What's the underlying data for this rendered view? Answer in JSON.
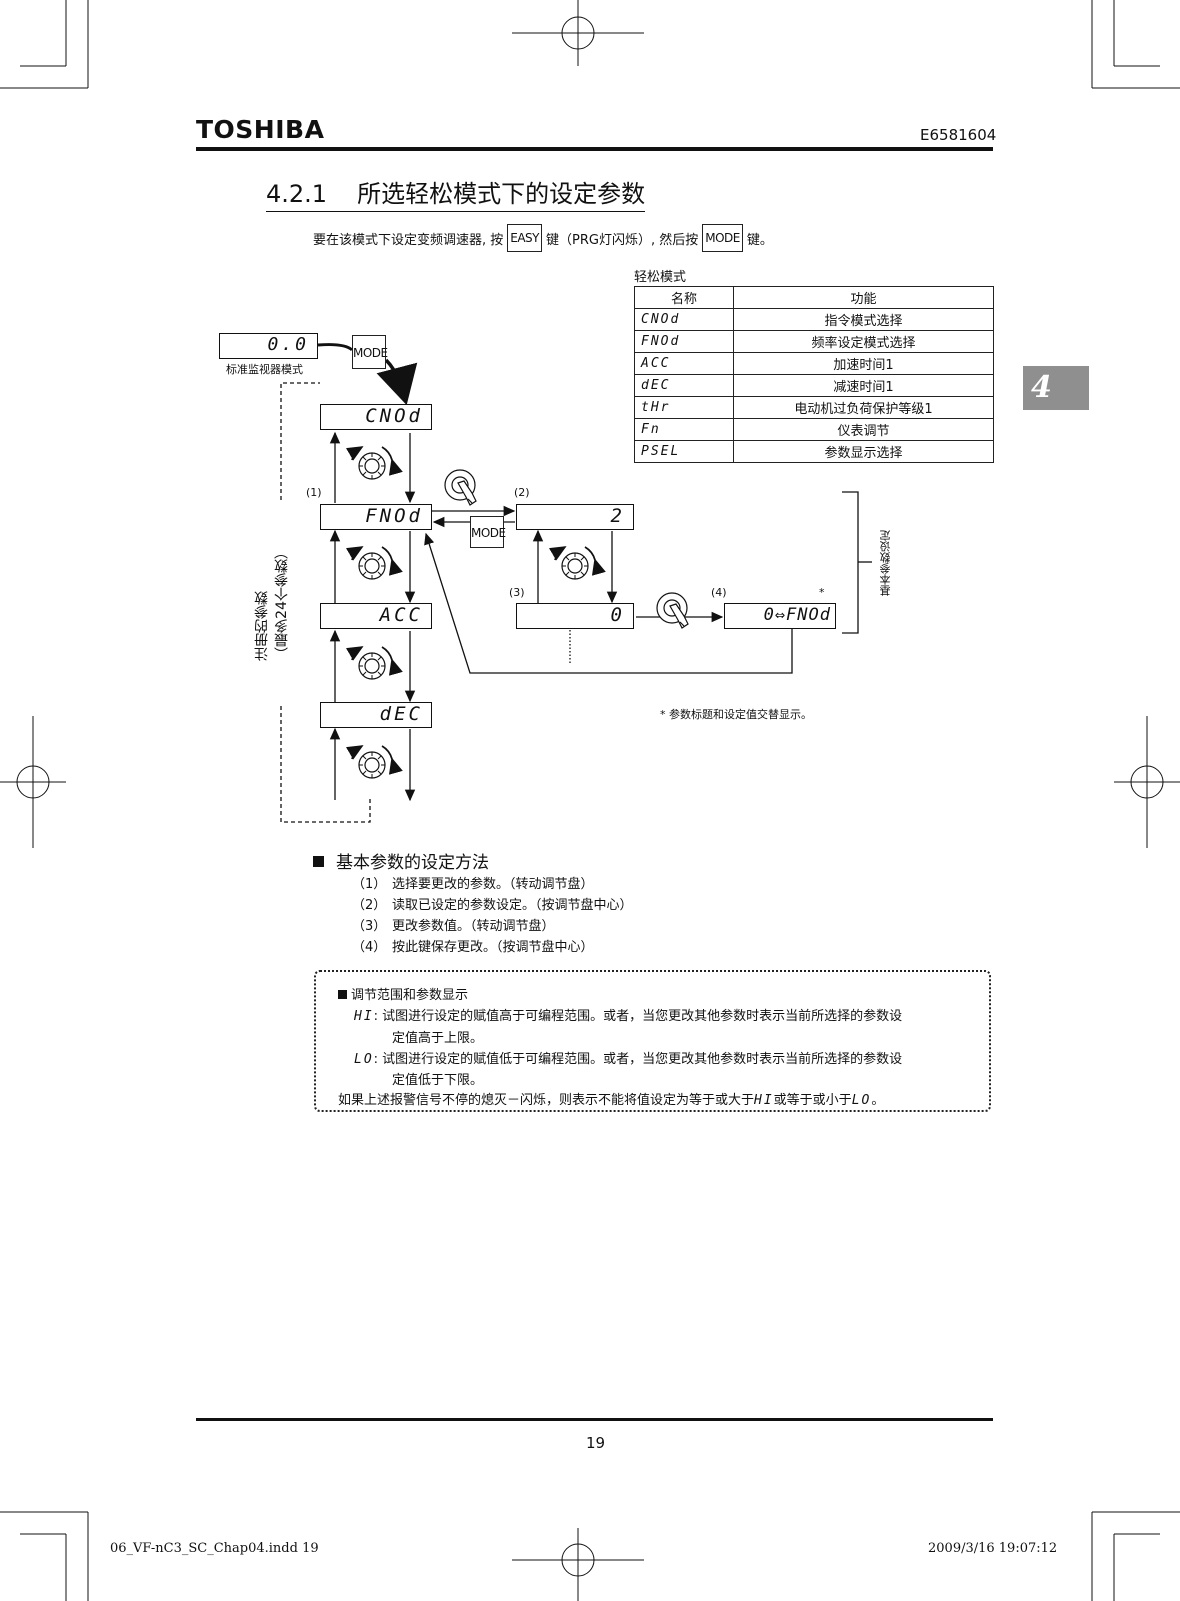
{
  "header": {
    "brand": "TOSHIBA",
    "doc_number": "E6581604"
  },
  "section": {
    "number": "4.2.1",
    "title": "所选轻松模式下的设定参数"
  },
  "intro": {
    "text_before": "要在该模式下设定变频调速器, 按",
    "key_easy": "EASY",
    "text_middle": "键（PRG灯闪烁）, 然后按",
    "key_mode": "MODE",
    "text_after": "键。"
  },
  "chapter_tab": "4",
  "easy_table": {
    "caption": "轻松模式",
    "headers": [
      "名称",
      "功能"
    ],
    "rows": [
      {
        "code": "CNOd",
        "function": "指令模式选择"
      },
      {
        "code": "FNOd",
        "function": "频率设定模式选择"
      },
      {
        "code": "ACC",
        "function": "加速时间1"
      },
      {
        "code": "dEC",
        "function": "减速时间1"
      },
      {
        "code": "tHr",
        "function": "电动机过负荷保护等级1"
      },
      {
        "code": "Fn",
        "function": "仪表调节"
      },
      {
        "code": "PSEL",
        "function": "参数显示选择"
      }
    ]
  },
  "diagram": {
    "monitor_display": "0.0",
    "monitor_label": "标准监视器模式",
    "mode_key": "MODE",
    "displays": [
      "CNOd",
      "FNOd",
      "ACC",
      "dEC"
    ],
    "value_display_1": "2",
    "value_display_2": "0",
    "alternate_display": "0⇔FNOd",
    "step_labels": [
      "(1)",
      "(2)",
      "(3)",
      "(4)"
    ],
    "asterisk": "*",
    "registered_label": "注册的参数",
    "registered_sub": "（最多24个参数）",
    "basic_setting_label": "基本参数设定",
    "note": "* 参数标题和设定值交替显示。"
  },
  "methods": {
    "title": "基本参数的设定方法",
    "steps": [
      {
        "num": "（1）",
        "text": "选择要更改的参数。（转动调节盘）"
      },
      {
        "num": "（2）",
        "text": "读取已设定的参数设定。（按调节盘中心）"
      },
      {
        "num": "（3）",
        "text": "更改参数值。（转动调节盘）"
      },
      {
        "num": "（4）",
        "text": "按此键保存更改。（按调节盘中心）"
      }
    ]
  },
  "range_box": {
    "title": "调节范围和参数显示",
    "hi_code": "HI",
    "hi_text_1": "试图进行设定的赋值高于可编程范围。或者，当您更改其他参数时表示当前所选择的参数设",
    "hi_text_2": "定值高于上限。",
    "lo_code": "LO",
    "lo_text_1": "试图进行设定的赋值低于可编程范围。或者，当您更改其他参数时表示当前所选择的参数设",
    "lo_text_2": "定值低于下限。",
    "footer_1": "如果上述报警信号不停的熄灭－闪烁，则表示不能将值设定为等于或大于",
    "footer_hi": "HI",
    "footer_2": "或等于或小于",
    "footer_lo": "LO",
    "footer_3": "。"
  },
  "footer": {
    "page_number": "19",
    "slug_left": "06_VF-nC3_SC_Chap04.indd   19",
    "slug_right": "2009/3/16   19:07:12"
  }
}
